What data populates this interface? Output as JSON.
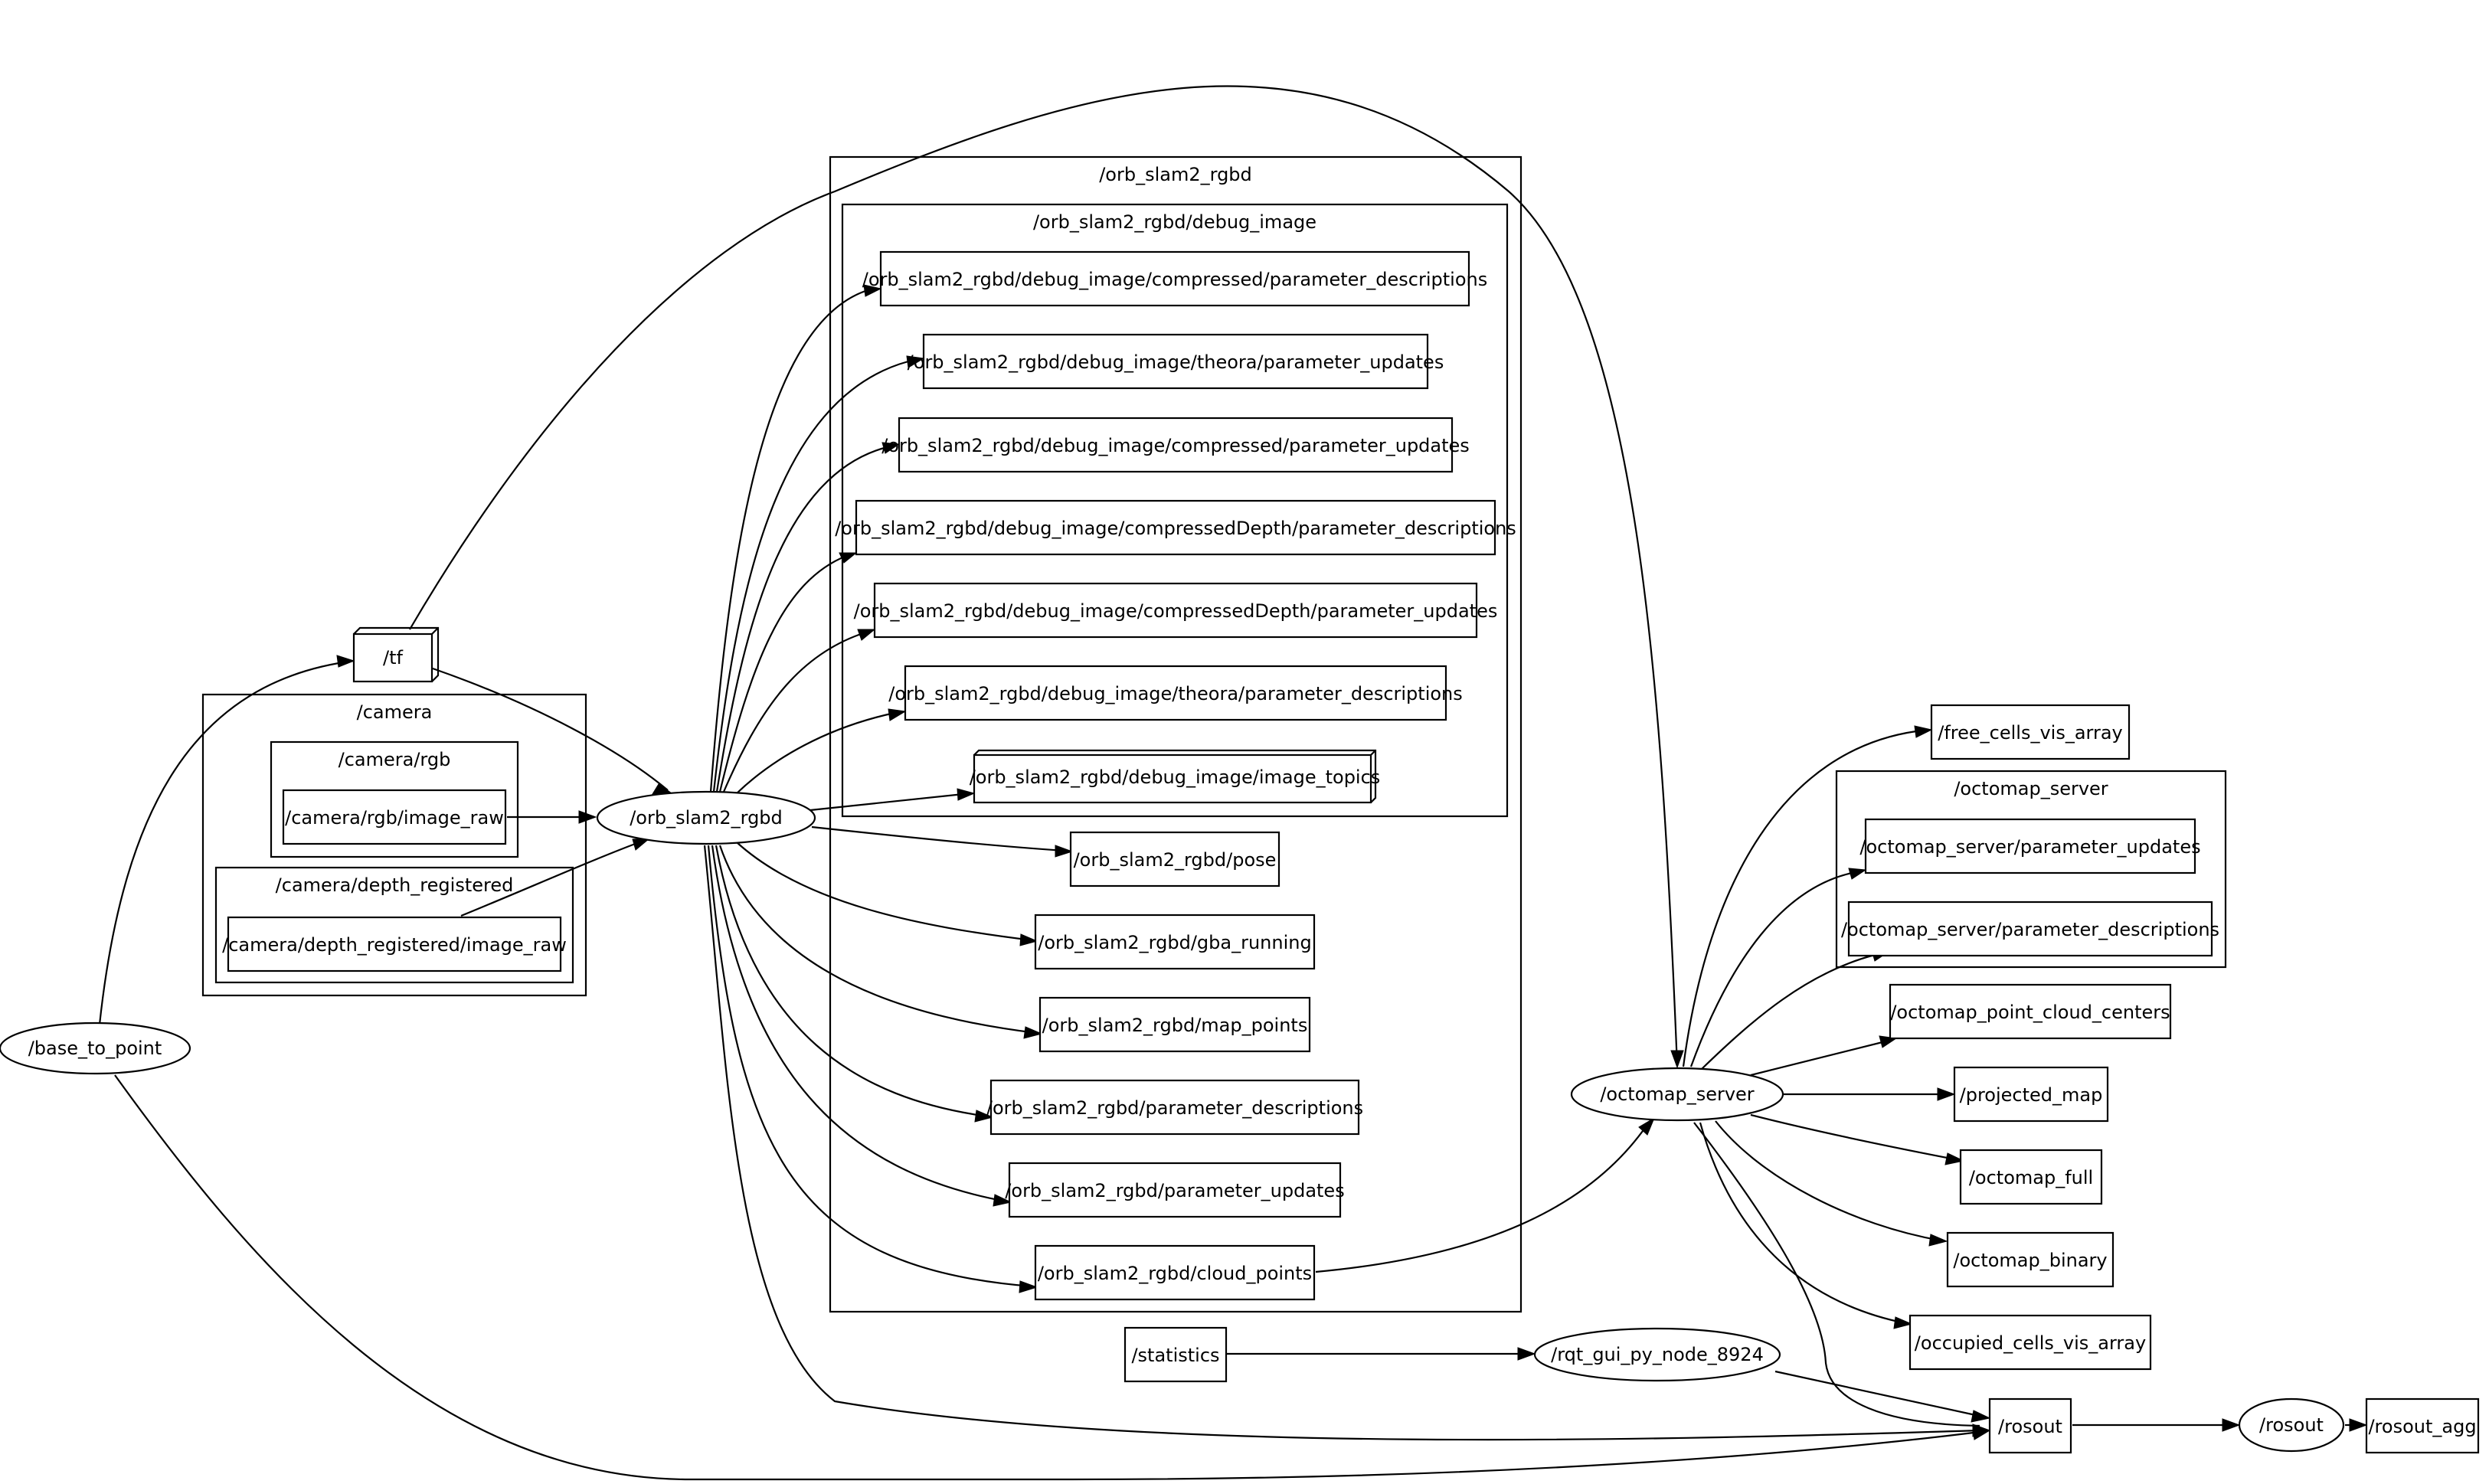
{
  "clusters": {
    "orb_slam2_rgbd": "/orb_slam2_rgbd",
    "debug_image": "/orb_slam2_rgbd/debug_image",
    "camera": "/camera",
    "camera_rgb": "/camera/rgb",
    "camera_depth": "/camera/depth_registered",
    "octomap_server": "/octomap_server"
  },
  "nodes": {
    "tf": "/tf",
    "base_to_point": "/base_to_point",
    "camera_rgb_image_raw": "/camera/rgb/image_raw",
    "camera_depth_image_raw": "/camera/depth_registered/image_raw",
    "orb_slam2_rgbd": "/orb_slam2_rgbd",
    "dbg_compressed_param_desc": "/orb_slam2_rgbd/debug_image/compressed/parameter_descriptions",
    "dbg_theora_param_updates": "/orb_slam2_rgbd/debug_image/theora/parameter_updates",
    "dbg_compressed_param_updates": "/orb_slam2_rgbd/debug_image/compressed/parameter_updates",
    "dbg_compdepth_param_desc": "/orb_slam2_rgbd/debug_image/compressedDepth/parameter_descriptions",
    "dbg_compdepth_param_updates": "/orb_slam2_rgbd/debug_image/compressedDepth/parameter_updates",
    "dbg_theora_param_desc": "/orb_slam2_rgbd/debug_image/theora/parameter_descriptions",
    "dbg_image_topics": "/orb_slam2_rgbd/debug_image/image_topics",
    "pose": "/orb_slam2_rgbd/pose",
    "gba_running": "/orb_slam2_rgbd/gba_running",
    "map_points": "/orb_slam2_rgbd/map_points",
    "param_desc": "/orb_slam2_rgbd/parameter_descriptions",
    "param_updates": "/orb_slam2_rgbd/parameter_updates",
    "cloud_points": "/orb_slam2_rgbd/cloud_points",
    "statistics": "/statistics",
    "rqt_gui": "/rqt_gui_py_node_8924",
    "octomap_server_node": "/octomap_server",
    "free_cells": "/free_cells_vis_array",
    "octo_param_updates": "/octomap_server/parameter_updates",
    "octo_param_desc": "/octomap_server/parameter_descriptions",
    "point_cloud_centers": "/octomap_point_cloud_centers",
    "projected_map": "/projected_map",
    "octomap_full": "/octomap_full",
    "octomap_binary": "/octomap_binary",
    "occupied_cells": "/occupied_cells_vis_array",
    "rosout_topic": "/rosout",
    "rosout_node": "/rosout",
    "rosout_agg": "/rosout_agg"
  }
}
